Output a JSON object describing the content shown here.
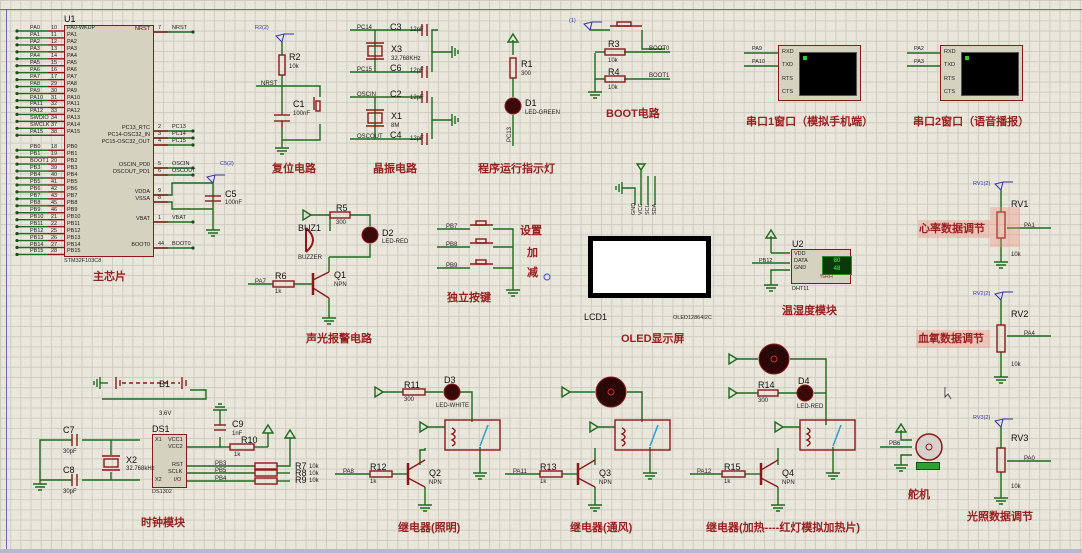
{
  "app": {
    "type": "Proteus ISIS schematic capture"
  },
  "sections": {
    "main_chip": "主芯片",
    "reset": "复位电路",
    "crystal": "晶振电路",
    "run_led": "程序运行指示灯",
    "boot": "BOOT电路",
    "uart1": "串口1窗口（模拟手机端）",
    "uart2": "串口2窗口（语音播报）",
    "alarm": "声光报警电路",
    "keys": "独立按键",
    "oled": "OLED显示屏",
    "dht": "温湿度模块",
    "heart": "心率数据调节",
    "spo2": "血氧数据调节",
    "light": "光照数据调节",
    "servo": "舵机",
    "clock": "时钟模块",
    "relay_light": "继电器(照明)",
    "relay_fan": "继电器(通风)",
    "relay_heat": "继电器(加热----红灯模拟加热片)"
  },
  "keys_labels": {
    "set": "设置",
    "add": "加",
    "sub": "减"
  },
  "u1": {
    "ref": "U1",
    "part": "STM32F103C8",
    "left_pins": [
      {
        "net": "PA0",
        "num": "10",
        "name": "PA0-WKUP"
      },
      {
        "net": "PA1",
        "num": "11",
        "name": "PA1"
      },
      {
        "net": "PA2",
        "num": "12",
        "name": "PA2"
      },
      {
        "net": "PA3",
        "num": "13",
        "name": "PA3"
      },
      {
        "net": "PA4",
        "num": "14",
        "name": "PA4"
      },
      {
        "net": "PA5",
        "num": "15",
        "name": "PA5"
      },
      {
        "net": "PA6",
        "num": "16",
        "name": "PA6"
      },
      {
        "net": "PA7",
        "num": "17",
        "name": "PA7"
      },
      {
        "net": "PA8",
        "num": "29",
        "name": "PA8"
      },
      {
        "net": "PA9",
        "num": "30",
        "name": "PA9"
      },
      {
        "net": "PA10",
        "num": "31",
        "name": "PA10"
      },
      {
        "net": "PA11",
        "num": "32",
        "name": "PA11"
      },
      {
        "net": "PA12",
        "num": "33",
        "name": "PA12"
      },
      {
        "net": "SWDIO",
        "num": "34",
        "name": "PA13"
      },
      {
        "net": "SWCLK",
        "num": "37",
        "name": "PA14"
      },
      {
        "net": "PA15",
        "num": "38",
        "name": "PA15"
      },
      {
        "net": "PB0",
        "num": "18",
        "name": "PB0"
      },
      {
        "net": "PB1",
        "num": "19",
        "name": "PB1"
      },
      {
        "net": "BOOT1",
        "num": "20",
        "name": "PB2"
      },
      {
        "net": "PB3",
        "num": "39",
        "name": "PB3"
      },
      {
        "net": "PB4",
        "num": "40",
        "name": "PB4"
      },
      {
        "net": "PB5",
        "num": "41",
        "name": "PB5"
      },
      {
        "net": "PB6",
        "num": "42",
        "name": "PB6"
      },
      {
        "net": "PB7",
        "num": "43",
        "name": "PB7"
      },
      {
        "net": "PB8",
        "num": "45",
        "name": "PB8"
      },
      {
        "net": "PB9",
        "num": "46",
        "name": "PB9"
      },
      {
        "net": "PB10",
        "num": "21",
        "name": "PB10"
      },
      {
        "net": "PB11",
        "num": "22",
        "name": "PB11"
      },
      {
        "net": "PB12",
        "num": "25",
        "name": "PB12"
      },
      {
        "net": "PB13",
        "num": "26",
        "name": "PB13"
      },
      {
        "net": "PB14",
        "num": "27",
        "name": "PB14"
      },
      {
        "net": "PB15",
        "num": "28",
        "name": "PB15"
      }
    ],
    "right_pins": [
      {
        "name": "NRST",
        "num": "7",
        "net": "NRST"
      },
      {
        "name": "PC13_RTC",
        "num": "2",
        "net": "PC13"
      },
      {
        "name": "PC14-OSC32_IN",
        "num": "3",
        "net": "PC14"
      },
      {
        "name": "PC15-OSC32_OUT",
        "num": "4",
        "net": "PC15"
      },
      {
        "name": "OSCIN_PD0",
        "num": "5",
        "net": "OSCIN"
      },
      {
        "name": "OSCOUT_PD1",
        "num": "6",
        "net": "OSCOUT"
      },
      {
        "name": "VDDA",
        "num": "9",
        "net": ""
      },
      {
        "name": "VSSA",
        "num": "8",
        "net": ""
      },
      {
        "name": "VBAT",
        "num": "1",
        "net": "VBAT"
      },
      {
        "name": "BOOT0",
        "num": "44",
        "net": "BOOT0"
      }
    ]
  },
  "parts": {
    "c5": {
      "ref": "C5",
      "val": "100nF",
      "probe": "C5(2)"
    },
    "r2": {
      "ref": "R2",
      "val": "10k",
      "probe": "R2(2)"
    },
    "c1": {
      "ref": "C1",
      "val": "100nF"
    },
    "nrst": "NRST",
    "c3": {
      "ref": "C3",
      "val": "12pF"
    },
    "c6": {
      "ref": "C6",
      "val": "12pF"
    },
    "x3": {
      "ref": "X3",
      "val": "32.768KHz"
    },
    "c2": {
      "ref": "C2",
      "val": "12pF"
    },
    "c4": {
      "ref": "C4",
      "val": "12pF"
    },
    "x1": {
      "ref": "X1",
      "val": "8M"
    },
    "pc14": "PC14",
    "pc15": "PC15",
    "oscin": "OSCIN",
    "oscout": "OSCOUT",
    "r1": {
      "ref": "R1",
      "val": "300"
    },
    "d1": {
      "ref": "D1",
      "val": "LED-GREEN",
      "net": "PC13"
    },
    "boot_probe": "(1)",
    "r3": {
      "ref": "R3",
      "val": "10k",
      "net": "BOOT0"
    },
    "r4": {
      "ref": "R4",
      "val": "10k",
      "net": "BOOT1"
    },
    "term1": {
      "rxd_net": "PA9",
      "txd_net": "PA10",
      "pins": [
        "RXD",
        "TXD",
        "RTS",
        "CTS"
      ]
    },
    "term2": {
      "rxd_net": "PA2",
      "txd_net": "PA3",
      "pins": [
        "RXD",
        "TXD",
        "RTS",
        "CTS"
      ]
    },
    "buz1": {
      "ref": "BUZ1",
      "val": "BUZZER"
    },
    "r5": {
      "ref": "R5",
      "val": "300"
    },
    "d2": {
      "ref": "D2",
      "val": "LED-RED"
    },
    "r6": {
      "ref": "R6",
      "val": "1k",
      "net": "PA7"
    },
    "q1": {
      "ref": "Q1",
      "val": "NPN"
    },
    "keys": [
      "PB7",
      "PB8",
      "PB9"
    ],
    "lcd1": {
      "ref": "LCD1",
      "val": "OLED12864I2C",
      "pins": [
        "GND",
        "VCC",
        "SCL",
        "SDA"
      ]
    },
    "u2": {
      "ref": "U2",
      "val": "DHT11",
      "net": "PB12",
      "pins": [
        "VDD",
        "DATA",
        "GND"
      ],
      "pin_nums": [
        "1",
        "2",
        "4"
      ],
      "temp": "80",
      "hum": "48",
      "rh": "%RH"
    },
    "rv1": {
      "ref": "RV1",
      "val": "10k",
      "net": "PA1",
      "probe": "RV1(2)"
    },
    "rv2": {
      "ref": "RV2",
      "val": "10k",
      "net": "PA4",
      "probe": "RV2(2)"
    },
    "rv3": {
      "ref": "RV3",
      "val": "10k",
      "net": "PA0",
      "probe": "RV3(2)"
    },
    "servo": {
      "net": "PB6"
    },
    "b1": {
      "ref": "B1",
      "val": "3.6V"
    },
    "c7": {
      "ref": "C7",
      "val": "30pF"
    },
    "c8": {
      "ref": "C8",
      "val": "30pF"
    },
    "x2": {
      "ref": "X2",
      "val": "32.768kHz"
    },
    "ds1": {
      "ref": "DS1",
      "val": "DS1302",
      "pins_left": [
        "X1",
        "X2"
      ],
      "pins_left_num": [
        "2",
        "3"
      ],
      "pins_right": [
        "VCC1",
        "VCC2",
        "RST",
        "SCLK",
        "I/O"
      ],
      "pins_right_num": [
        "8",
        "1",
        "5",
        "7",
        "6"
      ]
    },
    "c9": {
      "ref": "C9",
      "val": "1nF"
    },
    "r10": {
      "ref": "R10",
      "val": "1k"
    },
    "r7": {
      "ref": "R7",
      "val": "10k",
      "net": "PB3"
    },
    "r8": {
      "ref": "R8",
      "val": "10k",
      "net": "PB5"
    },
    "r9": {
      "ref": "R9",
      "val": "10k",
      "net": "PB4"
    },
    "r11": {
      "ref": "R11",
      "val": "300"
    },
    "d3": {
      "ref": "D3",
      "val": "LED-WHITE"
    },
    "r12": {
      "ref": "R12",
      "val": "1k",
      "net": "PA8"
    },
    "q2": {
      "ref": "Q2",
      "val": "NPN"
    },
    "r13": {
      "ref": "R13",
      "val": "1k",
      "net": "PA11"
    },
    "q3": {
      "ref": "Q3",
      "val": "NPN"
    },
    "r14": {
      "ref": "R14",
      "val": "300"
    },
    "d4": {
      "ref": "D4",
      "val": "LED-RED"
    },
    "r15": {
      "ref": "R15",
      "val": "1k",
      "net": "PA12"
    },
    "q4": {
      "ref": "Q4",
      "val": "NPN"
    }
  },
  "colors": {
    "wire": "#1e6a1e",
    "component": "#8a1a1a",
    "title": "#9a1f1f",
    "probe": "#3333aa",
    "grid": "#cfccc0",
    "bg": "#e9e6dc"
  }
}
